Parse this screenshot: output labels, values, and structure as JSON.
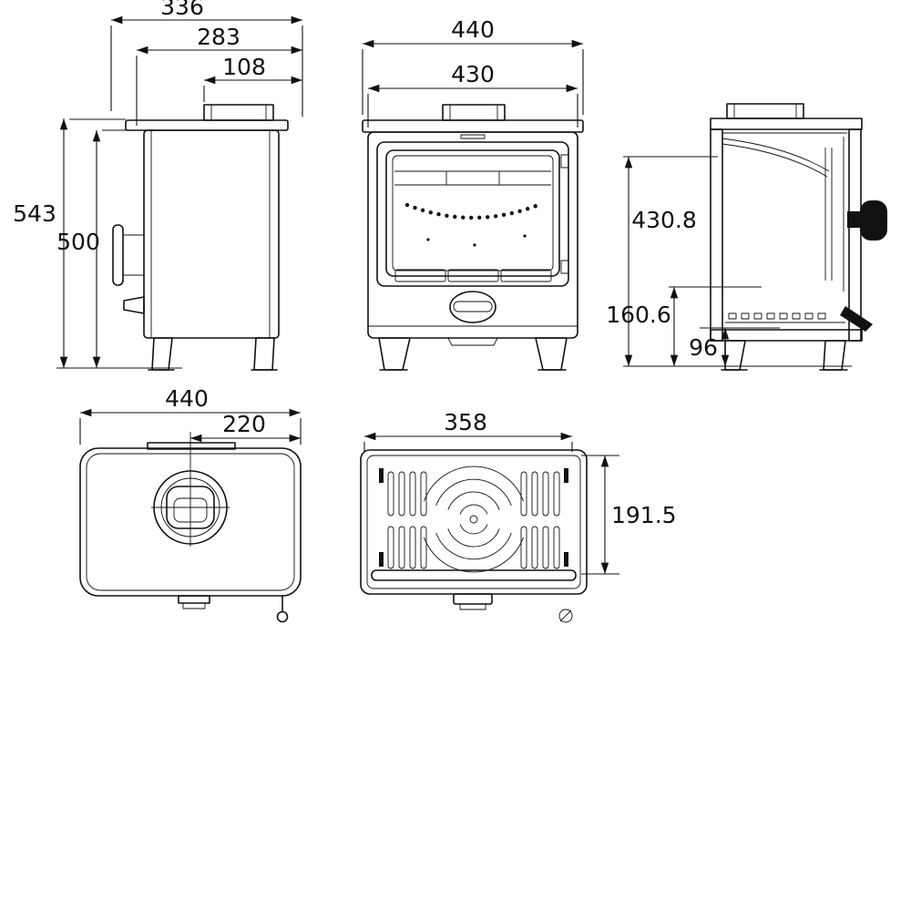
{
  "page": {
    "background": "#ffffff",
    "line_color": "#111111",
    "kind": "stove-dimension-drawing"
  },
  "dimensions": {
    "side": {
      "overall_depth": "336",
      "body_depth": "283",
      "flue_to_front": "108",
      "overall_height": "543",
      "body_height": "500"
    },
    "front": {
      "overall_width": "440",
      "body_width": "430"
    },
    "section": {
      "floor_to_firebox_top": "430.8",
      "floor_to_grate": "160.6",
      "floor_to_base": "96"
    },
    "top": {
      "overall_width": "440",
      "flue_centre": "220"
    },
    "grate": {
      "grate_width": "358",
      "grate_depth": "191.5"
    }
  }
}
